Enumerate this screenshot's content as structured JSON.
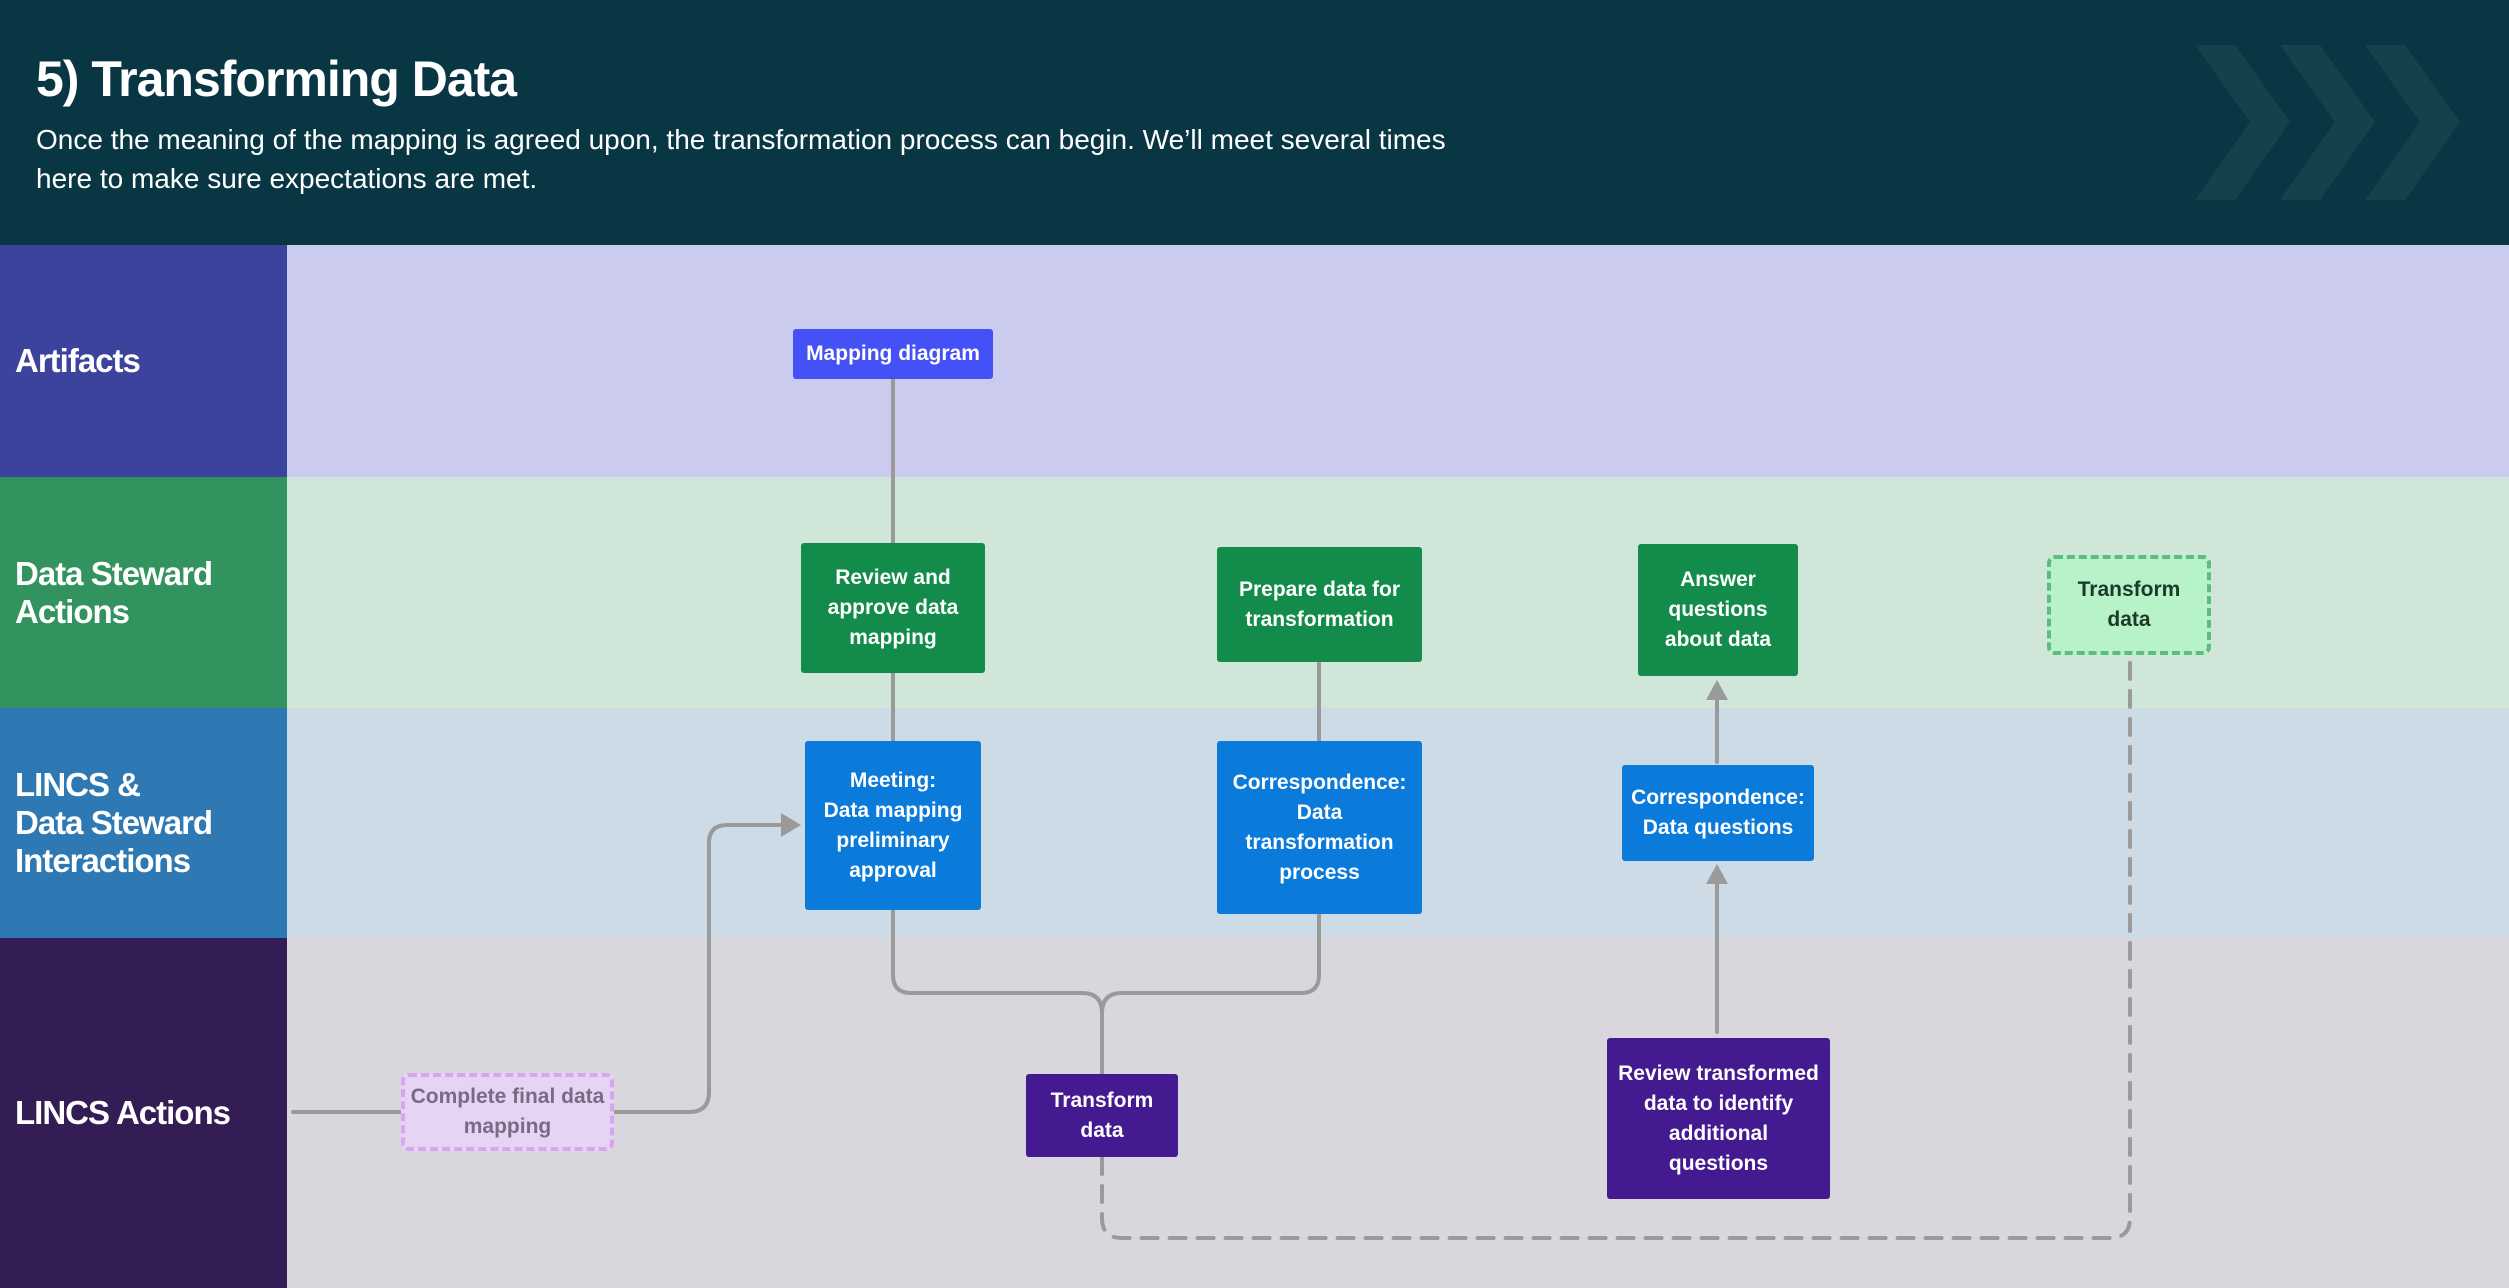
{
  "header": {
    "title": "5) Transforming Data",
    "subtitle": "Once the meaning of the mapping is agreed upon, the transformation process can begin. We’ll meet several times here to make sure expectations are met."
  },
  "lanes": {
    "artifacts": "Artifacts",
    "steward": "Data Steward\nActions",
    "interactions": "LINCS &\nData Steward\nInteractions",
    "lincs": "LINCS Actions"
  },
  "nodes": {
    "mapping_diagram": "Mapping diagram",
    "review_approve": "Review and\napprove data\nmapping",
    "prepare_data": "Prepare data for\ntransformation",
    "answer_questions": "Answer\nquestions\nabout data",
    "transform_data_steward": "Transform\ndata",
    "meeting": "Meeting:\nData mapping\npreliminary\napproval",
    "corr_transformation": "Correspondence:\nData\ntransformation\nprocess",
    "corr_questions": "Correspondence:\nData questions",
    "complete_mapping": "Complete final data\nmapping",
    "transform_data_lincs": "Transform\ndata",
    "review_transformed": "Review transformed\ndata to identify\nadditional\nquestions"
  },
  "colors": {
    "header_bg": "#083743",
    "artifacts_lane": "#3c439c",
    "steward_lane": "#33935e",
    "interactions_lane": "#2e79b3",
    "lincs_lane": "#341c55",
    "connector": "#9a9a9a"
  },
  "icons": {
    "header_decoration": "chevron-right-icons"
  }
}
